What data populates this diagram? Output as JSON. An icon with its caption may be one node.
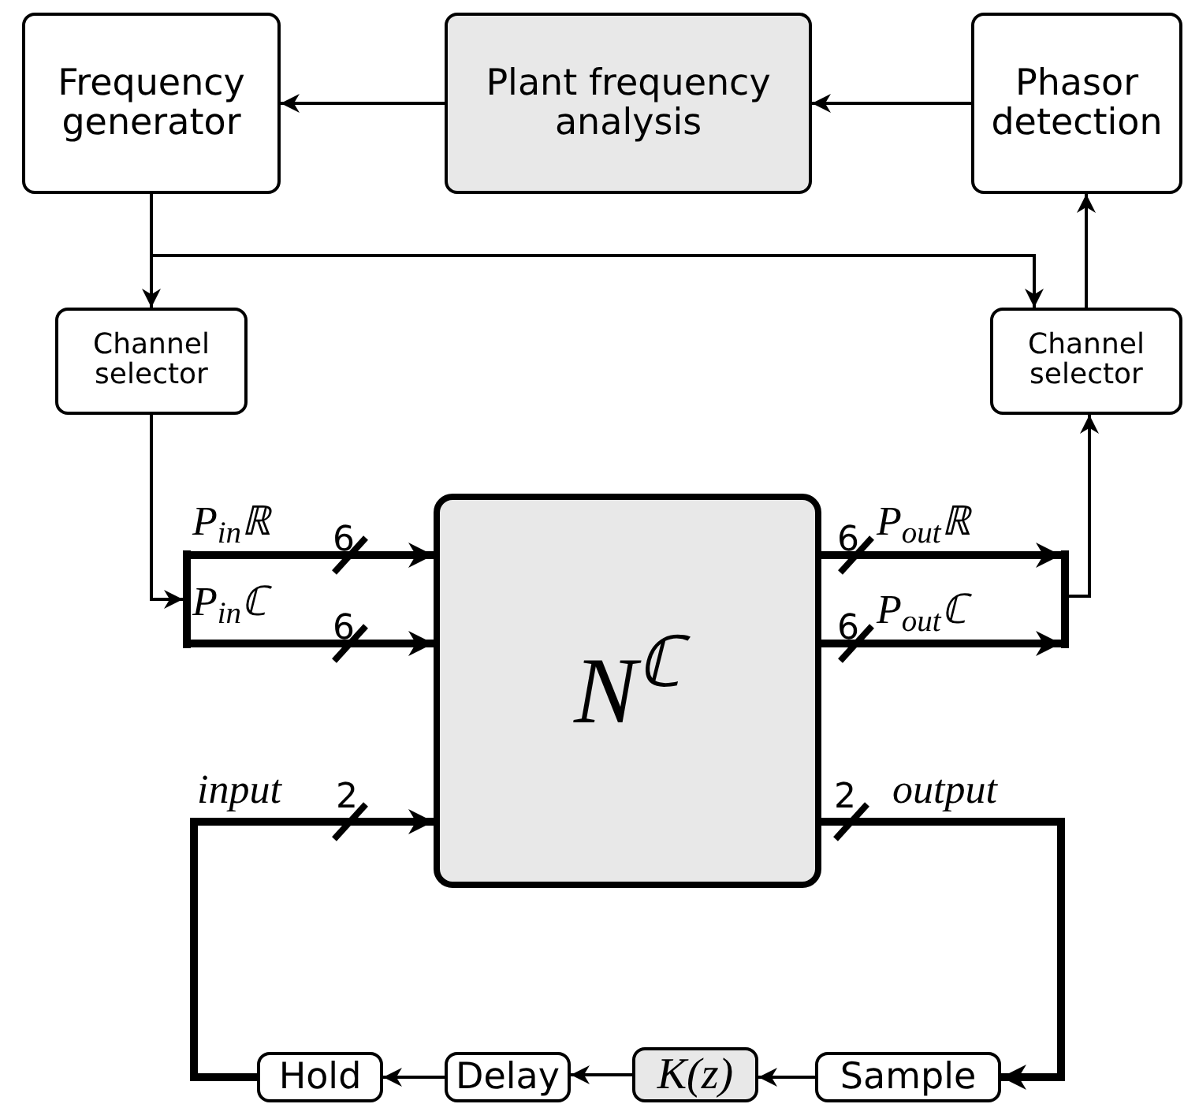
{
  "diagram": {
    "nodes": [
      {
        "text": [
          "Frequency generator"
        ]
      },
      {
        "text": [
          "Plant frequency analysis"
        ]
      },
      {
        "text": [
          "Phasor detection"
        ]
      },
      {
        "text": [
          "Channel selector"
        ]
      },
      {
        "text": [
          "Channel selector"
        ]
      },
      {
        "text": [
          "N$^{ℂ}$"
        ]
      },
      {
        "text": [
          "Hold"
        ]
      },
      {
        "text": [
          "Delay"
        ]
      },
      {
        "text": [
          "K(z)"
        ]
      },
      {
        "text": [
          "Sample"
        ]
      },
      {
        "text": [],
        "shape": "bar"
      },
      {
        "text": [],
        "shape": "bar"
      }
    ],
    "edges": [
      {
        "from": 1,
        "to": 0,
        "arrow": "to"
      },
      {
        "from": 2,
        "to": 1,
        "arrow": "to"
      },
      {
        "from": 0,
        "to": 3,
        "arrow": "to"
      },
      {
        "from": 0,
        "to": 4,
        "arrow": "to"
      },
      {
        "from": 4,
        "to": 2,
        "arrow": "to"
      },
      {
        "from": 3,
        "to": 10,
        "arrow": "to"
      },
      {
        "from": 10,
        "to": 5,
        "arrow": "to",
        "label": "P$_{in}$ℝ",
        "style": "thick"
      },
      {
        "from": 10,
        "to": 5,
        "arrow": "to",
        "label": "P$_{in}$ℂ",
        "style": "thick"
      },
      {
        "from": 5,
        "to": 11,
        "arrow": "to",
        "label": "P$_{out}$ℝ",
        "style": "thick"
      },
      {
        "from": 5,
        "to": 11,
        "arrow": "to",
        "label": "P$_{out}$ℂ",
        "style": "thick"
      },
      {
        "from": 11,
        "to": 4,
        "arrow": "to"
      },
      {
        "from": 6,
        "to": 5,
        "arrow": "to",
        "label": "input",
        "style": "thick"
      },
      {
        "from": 5,
        "to": 9,
        "arrow": "to",
        "label": "output",
        "style": "thick"
      },
      {
        "from": 9,
        "to": 8,
        "arrow": "to"
      },
      {
        "from": 8,
        "to": 7,
        "arrow": "to"
      },
      {
        "from": 7,
        "to": 6,
        "arrow": "to"
      }
    ],
    "labels": [
      "6",
      "6",
      "6",
      "6",
      "2",
      "2"
    ]
  }
}
